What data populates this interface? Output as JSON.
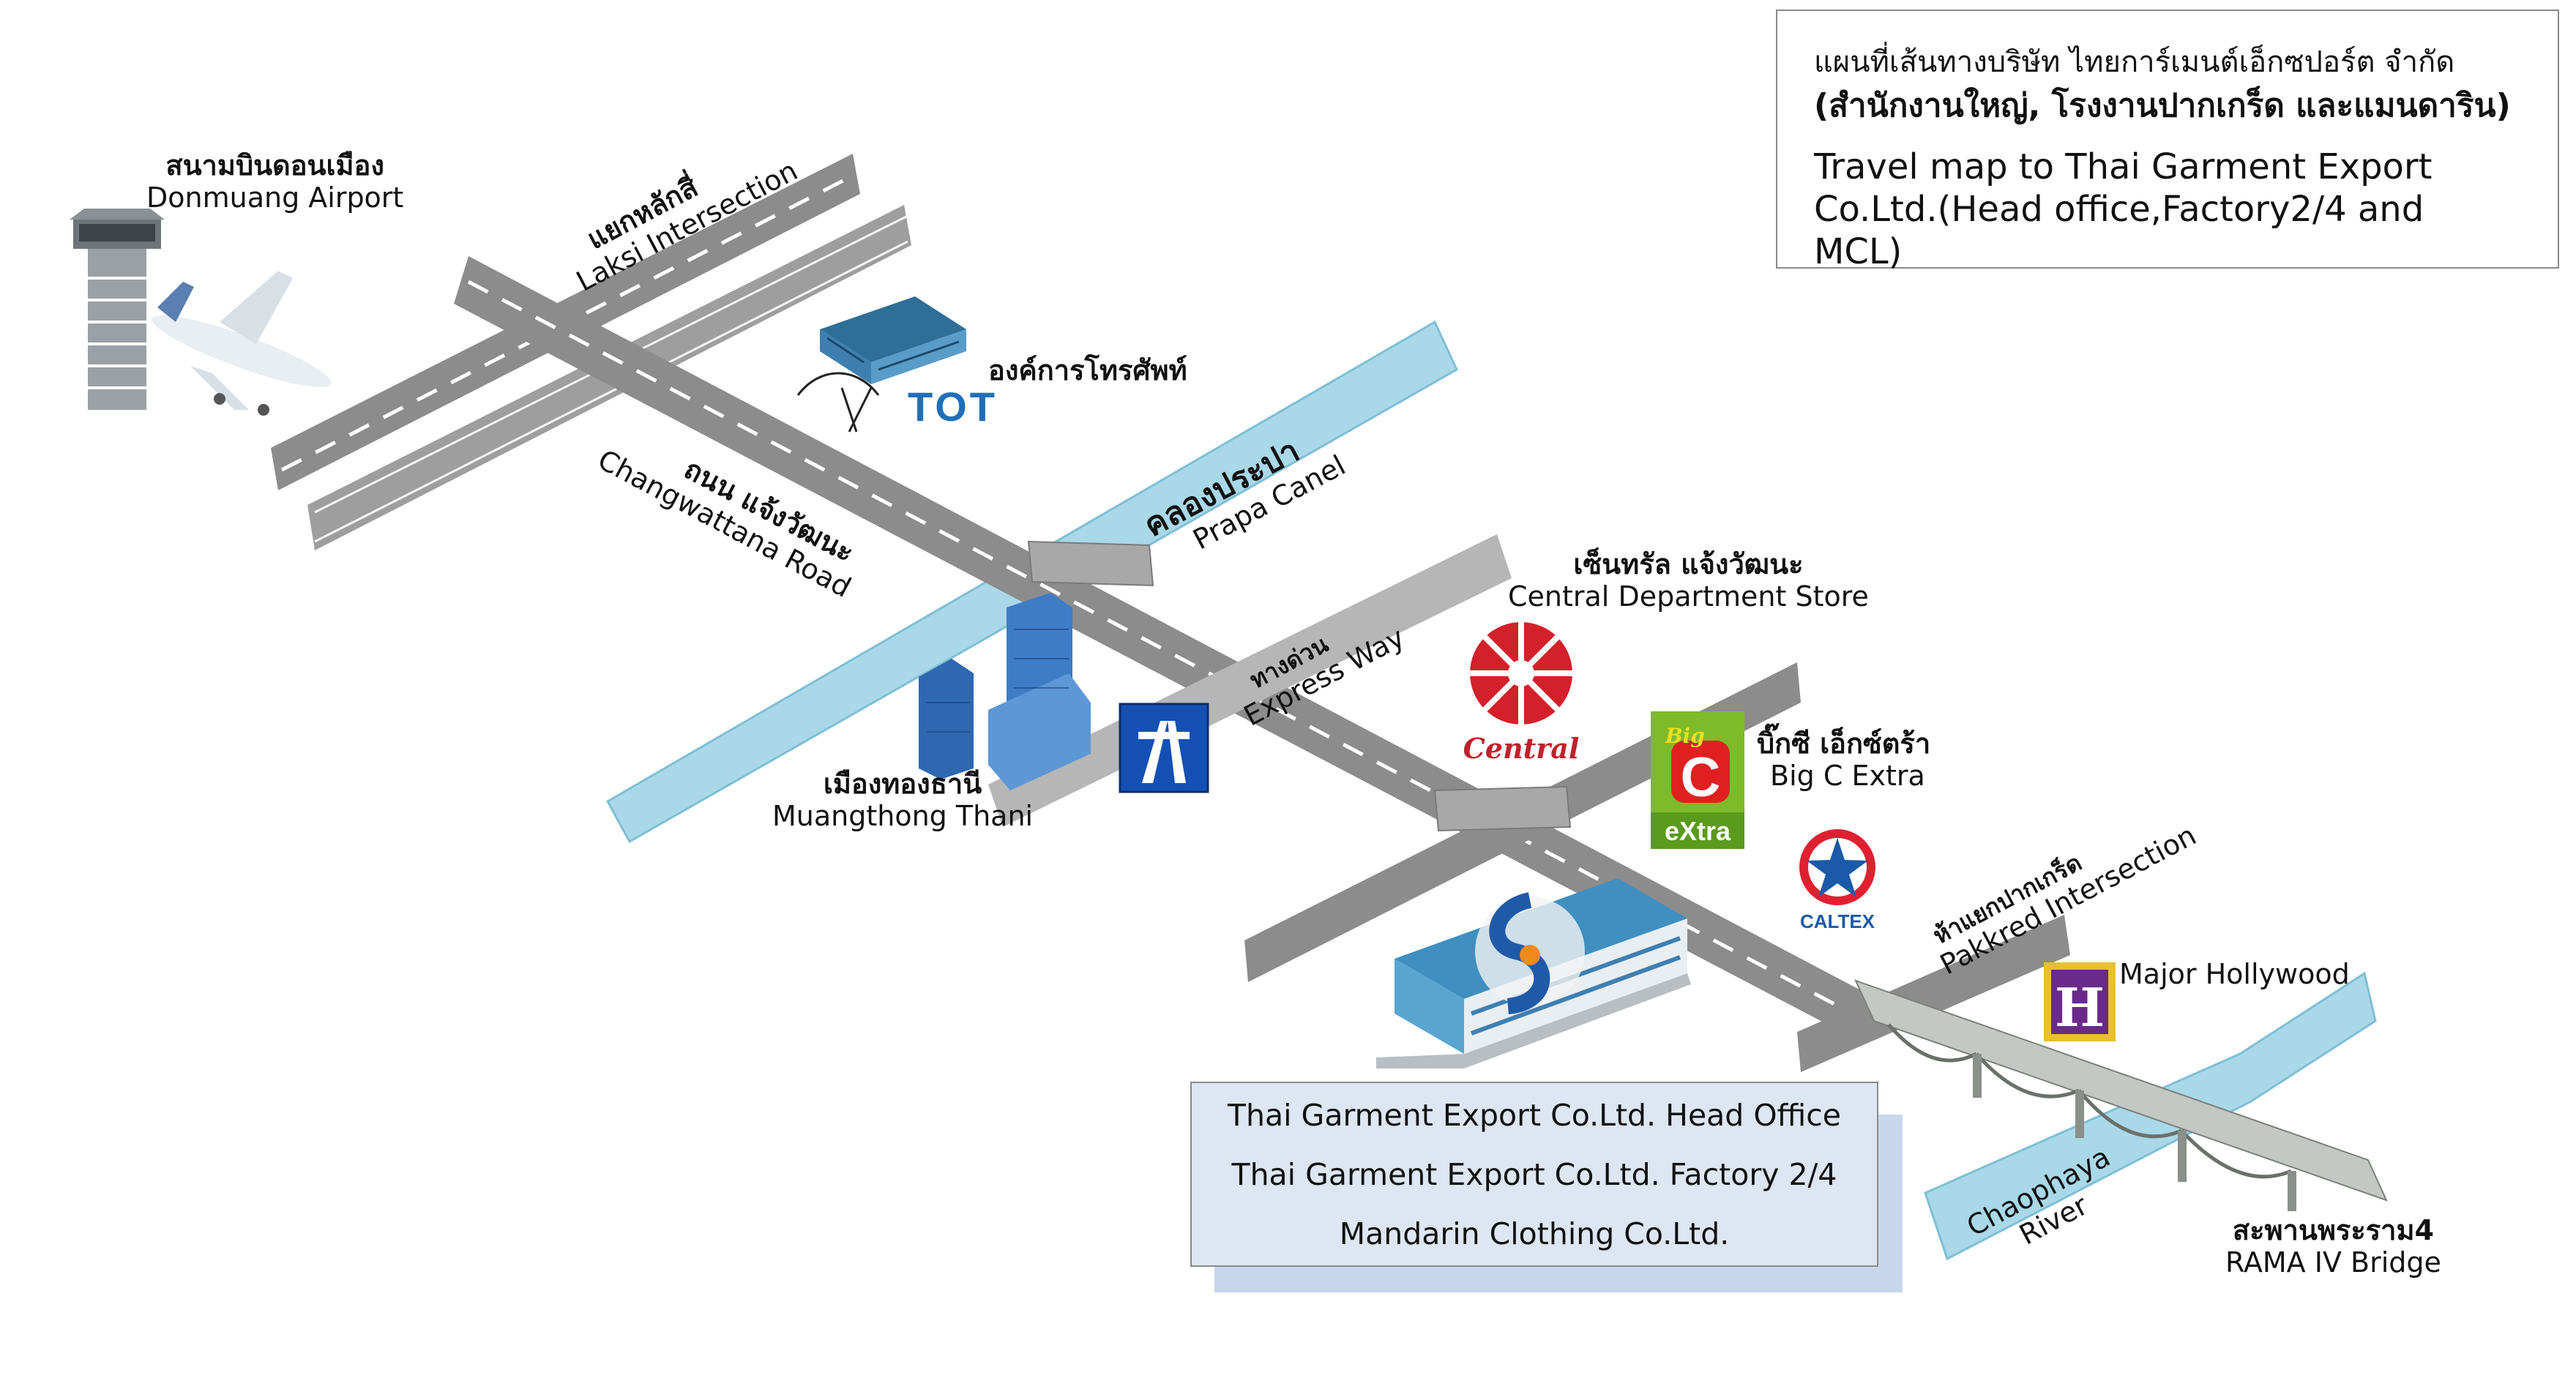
{
  "title": {
    "thai_line1": "แผนที่เส้นทางบริษัท ไทยการ์เมนต์เอ็กซปอร์ต จำกัด",
    "thai_line2": "(สำนักงานใหญ่, โรงงานปากเกร็ด และแมนดาริน)",
    "english_line1": "Travel map to Thai Garment Export",
    "english_line2": "Co.Ltd.(Head office,Factory2/4 and MCL)"
  },
  "places": {
    "airport": {
      "thai": "สนามบินดอนเมือง",
      "english": "Donmuang Airport"
    },
    "laksi": {
      "thai": "แยกหลักสี่",
      "english": "Laksi Intersection"
    },
    "tot": {
      "thai": "องค์การโทรศัพท์",
      "logo": "TOT"
    },
    "canal": {
      "thai": "คลองประปา",
      "english": "Prapa Canel"
    },
    "road": {
      "thai": "ถนน แจ้งวัฒนะ",
      "english": "Changwattana Road"
    },
    "expressway": {
      "thai": "ทางด่วน",
      "english": "Express Way"
    },
    "muangthong": {
      "thai": "เมืองทองธานี",
      "english": "Muangthong Thani"
    },
    "central": {
      "thai": "เซ็นทรัล แจ้งวัฒนะ",
      "english": "Central Department Store",
      "logo": "Central"
    },
    "bigc": {
      "thai": "บิ๊กซี เอ็กซ์ตร้า",
      "english": "Big C Extra",
      "logo_top": "Big",
      "logo_c": "C",
      "logo_bottom": "eXtra"
    },
    "caltex": {
      "logo": "CALTEX"
    },
    "pakkred": {
      "thai": "ห้าแยกปากเกร็ด",
      "english": "Pakkred Intersection"
    },
    "major": {
      "english": "Major Hollywood",
      "logo": "H"
    },
    "river": {
      "english_line1": "Chaophaya",
      "english_line2": "River"
    },
    "bridge": {
      "thai": "สะพานพระราม4",
      "english": "RAMA IV Bridge"
    }
  },
  "company": {
    "line1": "Thai Garment Export Co.Ltd. Head Office",
    "line2": "Thai Garment Export Co.Ltd. Factory 2/4",
    "line3": "Mandarin Clothing Co.Ltd."
  },
  "colors": {
    "road": "#8c8c8c",
    "road_dash": "#ffffff",
    "water": "#a9d8e8",
    "building_blue": "#3f7fb0",
    "central_red": "#d4202a",
    "bigc_green": "#7fba2a",
    "bigc_red": "#e02020",
    "caltex_red": "#e02030",
    "caltex_blue": "#1a5aa8",
    "major_purple": "#6a2a8a",
    "express_blue": "#1450b4"
  },
  "icons": [
    "airport-tower-icon",
    "airplane-icon",
    "tot-building-icon",
    "muangthong-towers-icon",
    "expressway-sign-icon",
    "central-logo-icon",
    "bigc-logo-icon",
    "caltex-logo-icon",
    "major-hollywood-logo-icon",
    "company-building-icon",
    "bridge-icon"
  ]
}
